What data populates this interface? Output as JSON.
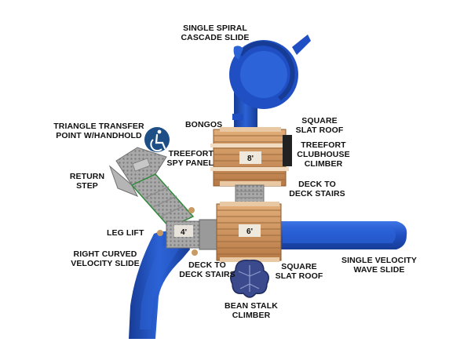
{
  "labels": {
    "spiral_slide": "SINGLE SPIRAL\nCASCADE SLIDE",
    "triangle_transfer": "TRIANGLE TRANSFER\nPOINT W/HANDHOLD",
    "bongos": "BONGOS",
    "square_roof_top": "SQUARE\nSLAT ROOF",
    "treefort_climber": "TREEFORT\nCLUBHOUSE\nCLIMBER",
    "treefort_spy": "TREEFORT\nSPY PANEL",
    "return_step": "RETURN\nSTEP",
    "deck_stairs_right": "DECK TO\nDECK STAIRS",
    "leg_lift": "LEG LIFT",
    "right_curved_slide": "RIGHT CURVED\nVELOCITY SLIDE",
    "deck_stairs_bottom": "DECK TO\nDECK STAIRS",
    "square_roof_bottom": "SQUARE\nSLAT ROOF",
    "wave_slide": "SINGLE VELOCITY\nWAVE SLIDE",
    "bean_stalk": "BEAN STALK\nCLIMBER"
  },
  "decks": {
    "upper": "8'",
    "lower": "6'",
    "left": "4'"
  },
  "colors": {
    "slide_blue": "#1f4fc2",
    "wood": "#c98a55",
    "deck_gray": "#a8a8a8",
    "accessibility_blue": "#1d4f86"
  }
}
